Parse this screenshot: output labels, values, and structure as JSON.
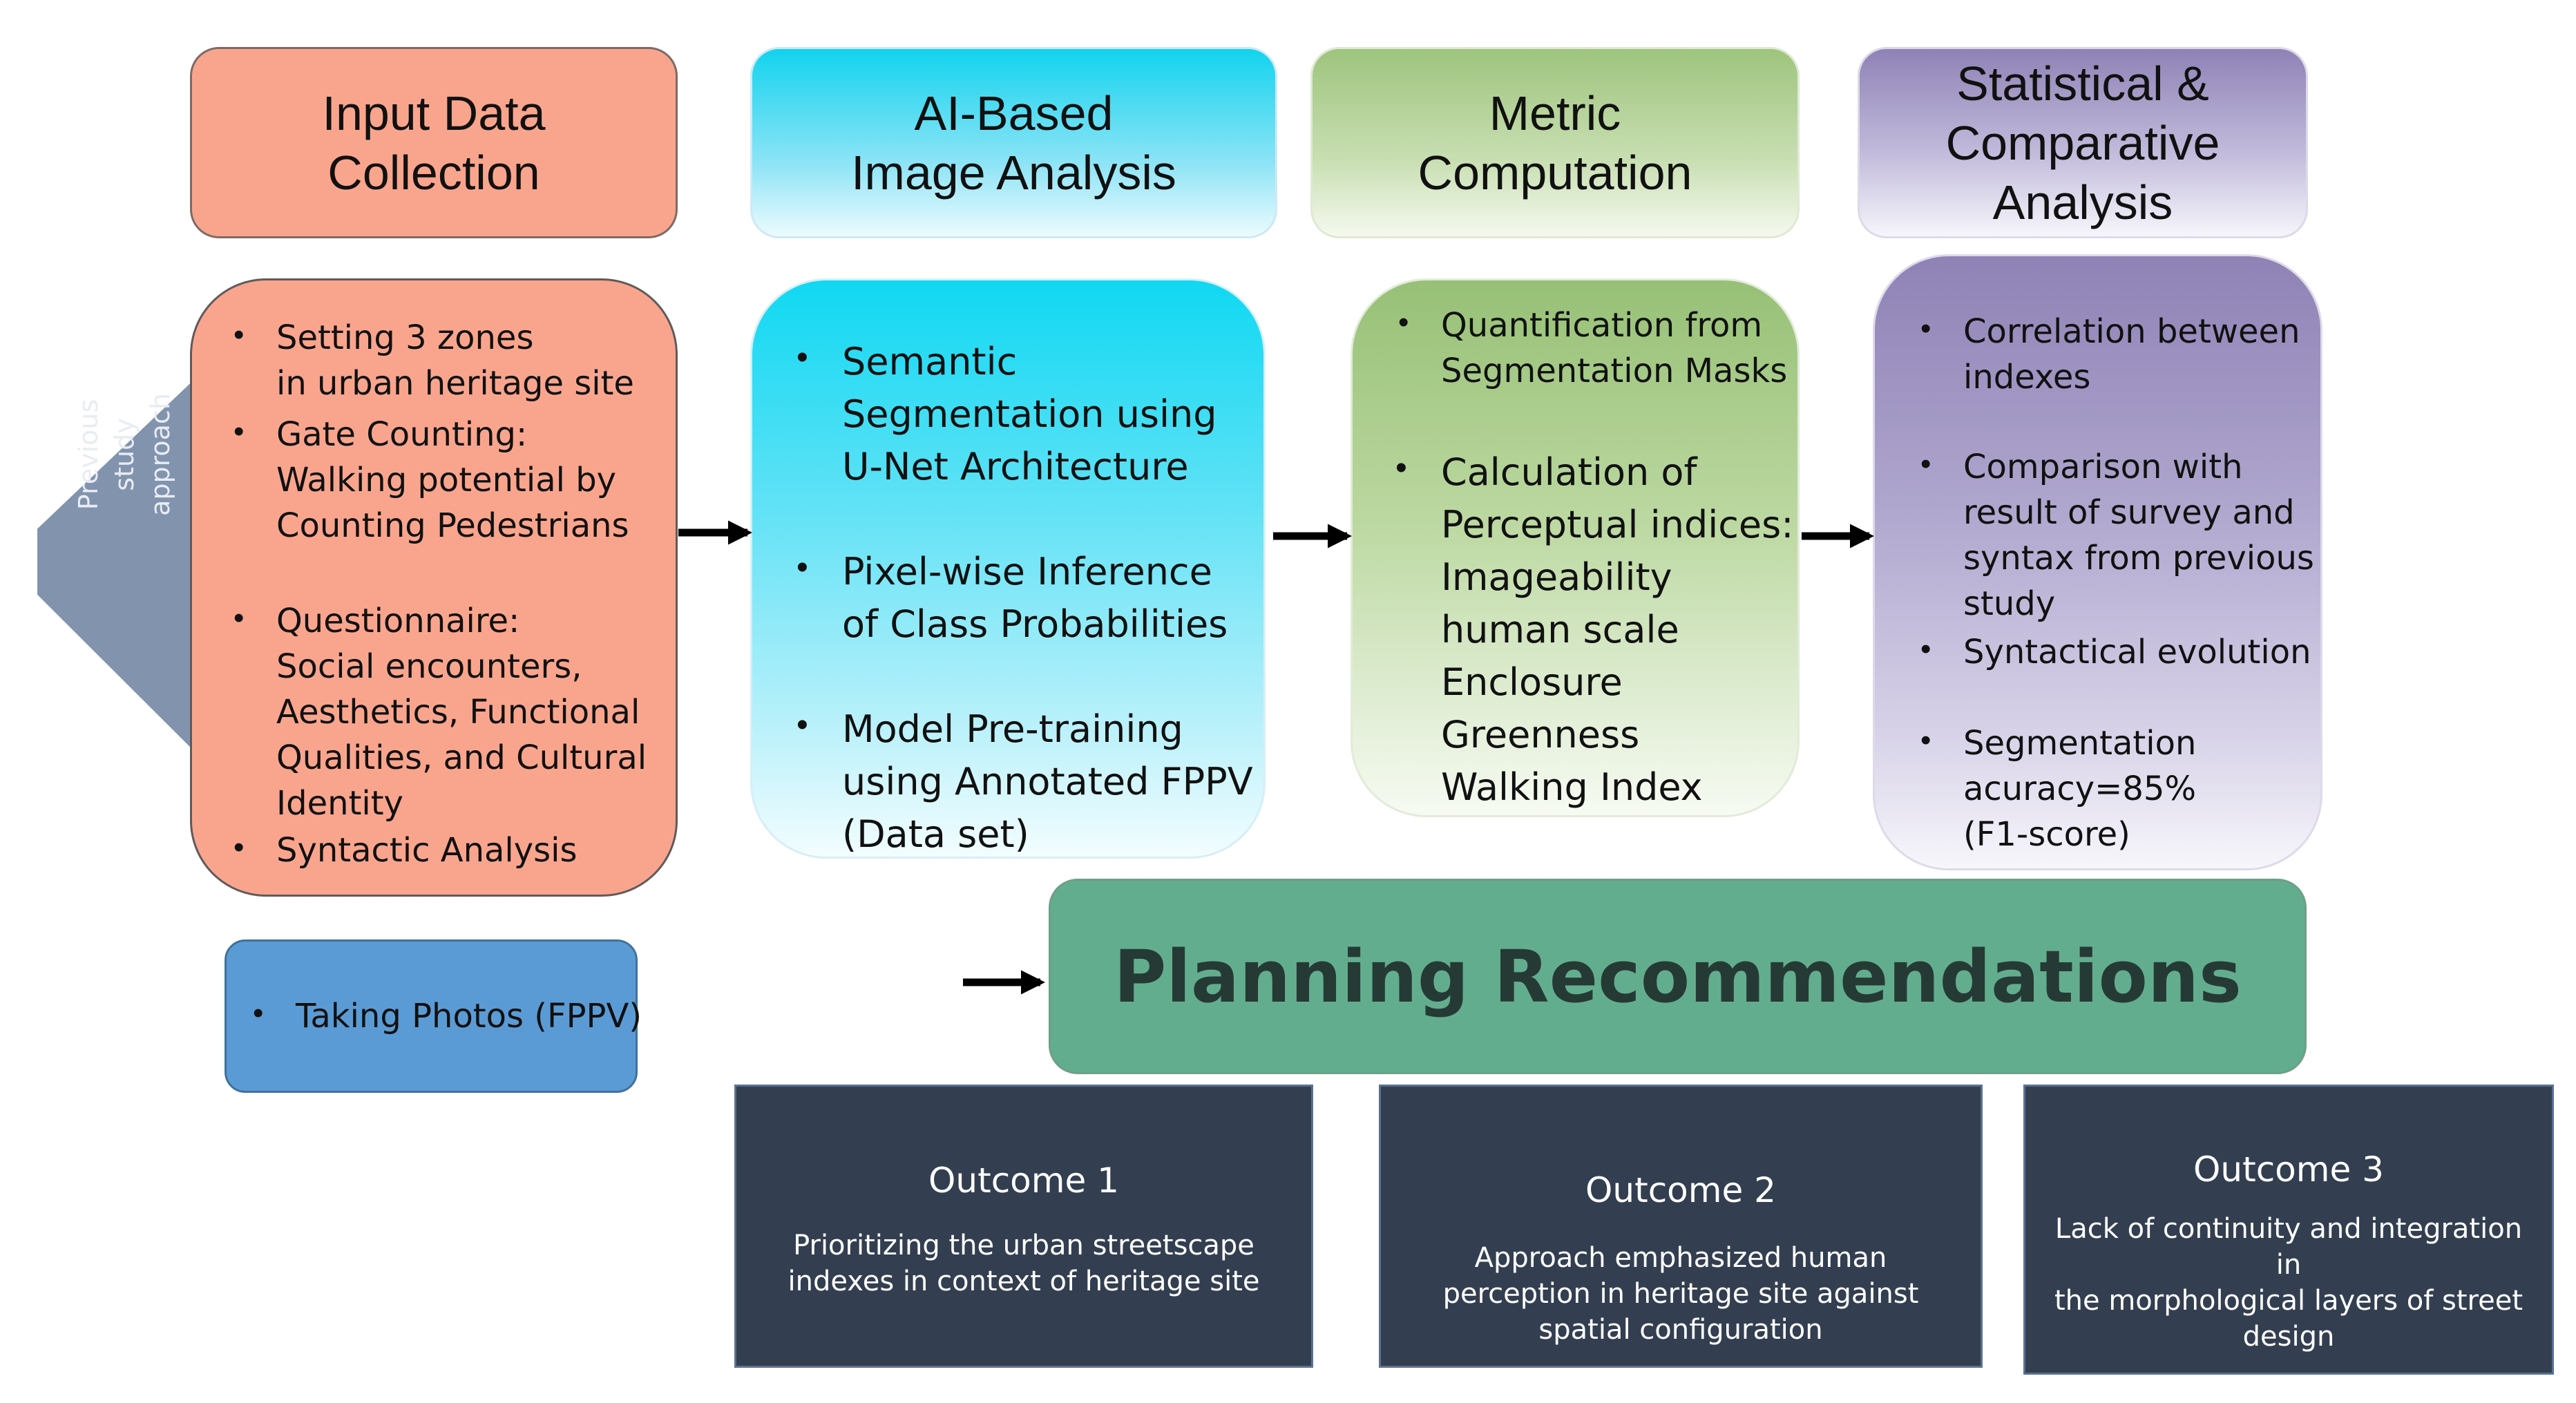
{
  "headers": [
    {
      "text": "Input Data\nCollection"
    },
    {
      "text": "AI-Based\nImage Analysis"
    },
    {
      "text": "Metric\nComputation"
    },
    {
      "text": "Statistical &\nComparative\nAnalysis"
    }
  ],
  "input_card": {
    "items": [
      "Setting  3 zones\n   in urban heritage site",
      "Gate Counting:\n Walking potential by\nCounting Pedestrians",
      "Questionnaire:\nSocial encounters,\nAesthetics, Functional\nQualities, and Cultural\nIdentity",
      "Syntactic Analysis"
    ]
  },
  "previous_approach": {
    "label": "Previous\nstudy\napproach"
  },
  "photos": {
    "item": "Taking Photos (FPPV)"
  },
  "ai_card": {
    "items": [
      "Semantic\nSegmentation using\nU-Net Architecture",
      " Pixel-wise Inference\nof Class Probabilities",
      "Model Pre-training\nusing Annotated FPPV\n(Data set)"
    ]
  },
  "metric_card": {
    "items": [
      "Quantification  from\nSegmentation Masks",
      "Calculation of\nPerceptual indices:\nImageability\nhuman scale\nEnclosure\nGreenness\nWalking Index"
    ]
  },
  "stat_card": {
    "items": [
      "Correlation between\nindexes",
      " Comparison with\nresult of survey and\nsyntax from previous\nstudy",
      "Syntactical evolution",
      "Segmentation\nacuracy=85%\n(F1-score)"
    ]
  },
  "planning": {
    "title": "Planning Recommendations"
  },
  "outcomes": [
    {
      "title": "Outcome 1",
      "desc": "Prioritizing  the urban streetscape\nindexes in context of heritage site"
    },
    {
      "title": "Outcome 2",
      "desc": "Approach emphasized  human\nperception in heritage site against\nspatial configuration"
    },
    {
      "title": "Outcome 3",
      "desc": "Lack of continuity and integration in\nthe morphological layers of street\ndesign"
    }
  ]
}
